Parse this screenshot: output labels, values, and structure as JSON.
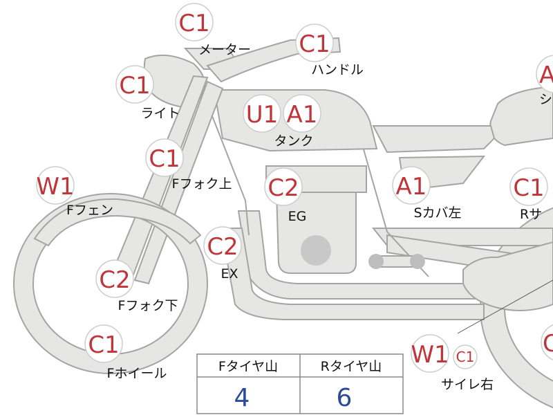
{
  "parts": [
    {
      "id": "meter",
      "code": "C1",
      "label": "メーター"
    },
    {
      "id": "handle",
      "code": "C1",
      "label": "ハンドル"
    },
    {
      "id": "light",
      "code": "C1",
      "label": "ライト"
    },
    {
      "id": "tank",
      "codes": [
        "U1",
        "A1"
      ],
      "label": "タンク"
    },
    {
      "id": "ffork-upper",
      "code": "C1",
      "label": "Fフォク上"
    },
    {
      "id": "ffender",
      "code": "W1",
      "label": "Fフェン"
    },
    {
      "id": "engine",
      "code": "C2",
      "label": "EG"
    },
    {
      "id": "scover-left",
      "code": "A1",
      "label": "Sカバ左"
    },
    {
      "id": "rsus",
      "code": "C1",
      "label": "Rサ"
    },
    {
      "id": "seat",
      "code": "A",
      "label": "シ"
    },
    {
      "id": "exhaust",
      "code": "C2",
      "label": "EX"
    },
    {
      "id": "ffork-lower",
      "code": "C2",
      "label": "Fフォク下"
    },
    {
      "id": "fwheel",
      "code": "C1",
      "label": "Fホイール"
    },
    {
      "id": "silencer-right",
      "codes": [
        "W1",
        "C1"
      ],
      "label": "サイレ右"
    },
    {
      "id": "rwheel",
      "code": "C",
      "label": ""
    }
  ],
  "tire_table": {
    "headers": [
      "Fタイヤ山",
      "Rタイヤ山"
    ],
    "values": [
      "4",
      "6"
    ]
  },
  "colors": {
    "code": "#c0353a",
    "table_value": "#2a4a9a",
    "bike_fill": "#e6e6e4",
    "bike_stroke": "#a4a4a4"
  }
}
